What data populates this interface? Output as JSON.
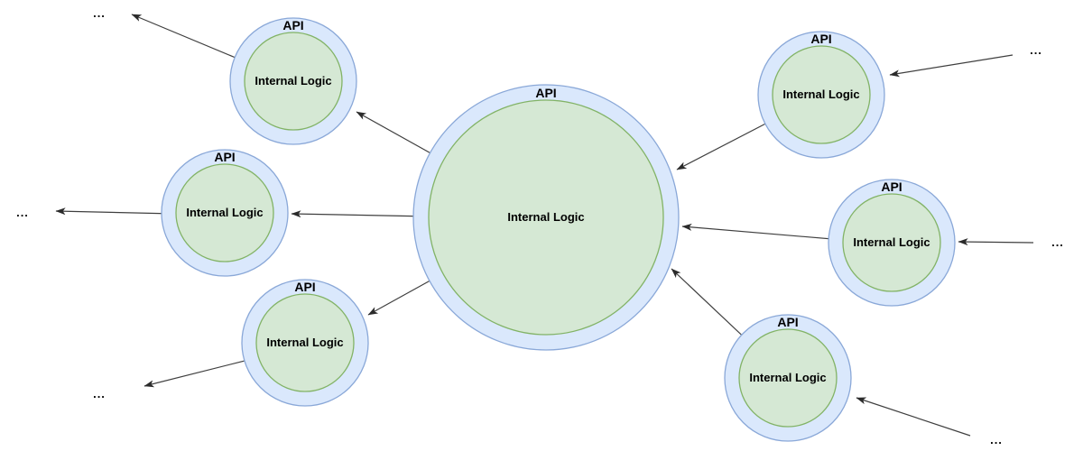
{
  "diagram": {
    "type": "node-link",
    "nodes": [
      {
        "id": "center",
        "ring_label": "API",
        "core_label": "Internal Logic"
      },
      {
        "id": "top-left",
        "ring_label": "API",
        "core_label": "Internal Logic"
      },
      {
        "id": "mid-left",
        "ring_label": "API",
        "core_label": "Internal Logic"
      },
      {
        "id": "bottom-left",
        "ring_label": "API",
        "core_label": "Internal Logic"
      },
      {
        "id": "top-right",
        "ring_label": "API",
        "core_label": "Internal Logic"
      },
      {
        "id": "mid-right",
        "ring_label": "API",
        "core_label": "Internal Logic"
      },
      {
        "id": "bottom-right",
        "ring_label": "API",
        "core_label": "Internal Logic"
      }
    ],
    "ellipses": [
      {
        "id": "more-top-left",
        "text": "..."
      },
      {
        "id": "more-mid-left",
        "text": "..."
      },
      {
        "id": "more-bottom-left",
        "text": "..."
      },
      {
        "id": "more-top-right",
        "text": "..."
      },
      {
        "id": "more-mid-right",
        "text": "..."
      },
      {
        "id": "more-bottom-right",
        "text": "..."
      }
    ],
    "edges": [
      {
        "from": "center",
        "to": "top-left"
      },
      {
        "from": "center",
        "to": "mid-left"
      },
      {
        "from": "center",
        "to": "bottom-left"
      },
      {
        "from": "top-left",
        "to": "more-top-left"
      },
      {
        "from": "mid-left",
        "to": "more-mid-left"
      },
      {
        "from": "bottom-left",
        "to": "more-bottom-left"
      },
      {
        "from": "more-top-right",
        "to": "top-right"
      },
      {
        "from": "top-right",
        "to": "center"
      },
      {
        "from": "more-mid-right",
        "to": "mid-right"
      },
      {
        "from": "mid-right",
        "to": "center"
      },
      {
        "from": "more-bottom-right",
        "to": "bottom-right"
      },
      {
        "from": "bottom-right",
        "to": "center"
      }
    ],
    "colors": {
      "ring_fill": "#dae8fc",
      "ring_stroke": "#8aa8d8",
      "core_fill": "#d5e8d4",
      "core_stroke": "#82b366",
      "arrow": "#3f3f3f",
      "text": "#000000",
      "background": "#ffffff"
    }
  }
}
